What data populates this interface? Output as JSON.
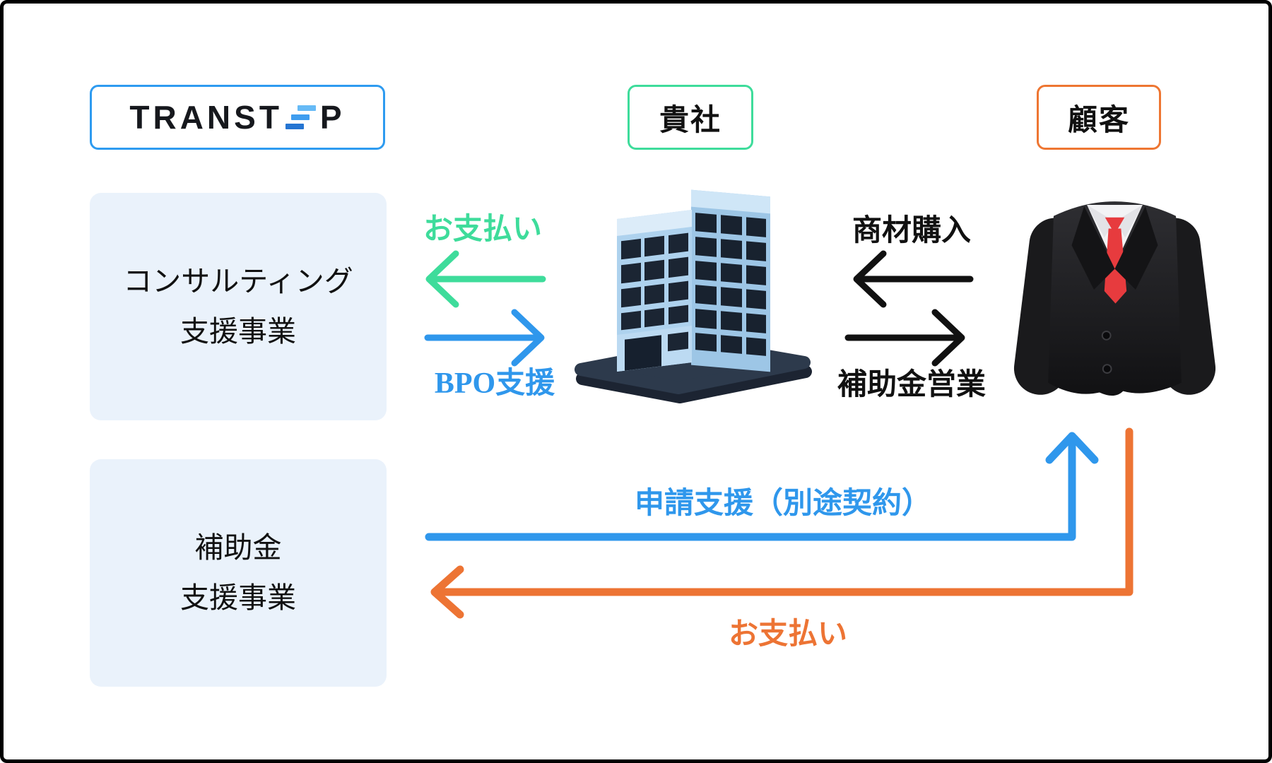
{
  "brand": {
    "logo_text_prefix": "TRANST",
    "logo_text_suffix": "P",
    "box_border_color": "#2e9bf0",
    "step_bar_colors": [
      "#66baf6",
      "#3f9def",
      "#2575d2"
    ]
  },
  "entities": {
    "your_company": {
      "label": "貴社",
      "border_color": "#3edc9b"
    },
    "customer": {
      "label": "顧客",
      "border_color": "#ee7632"
    }
  },
  "business_units": {
    "consulting": {
      "lines": [
        "コンサルティング",
        "支援事業"
      ],
      "bg_color": "#eaf2fb"
    },
    "subsidy": {
      "lines": [
        "補助金",
        "支援事業"
      ],
      "bg_color": "#eaf2fb"
    }
  },
  "flows": {
    "consulting_payment": {
      "label": "お支払い",
      "color": "#3edc9b",
      "direction": "left"
    },
    "bpo_support": {
      "label": "BPO支援",
      "color": "#2f97ec",
      "direction": "right"
    },
    "product_purchase": {
      "label": "商材購入",
      "color": "#111111",
      "direction": "left"
    },
    "subsidy_sales": {
      "label": "補助金営業",
      "color": "#111111",
      "direction": "right"
    },
    "application_support": {
      "label": "申請支援（別途契約）",
      "color": "#2f97ec",
      "direction": "right-up"
    },
    "subsidy_payment": {
      "label": "お支払い",
      "color": "#ed7434",
      "direction": "down-left"
    }
  },
  "illustrations": {
    "center": "office-building-3d-icon",
    "right": "business-suit-3d-icon"
  }
}
